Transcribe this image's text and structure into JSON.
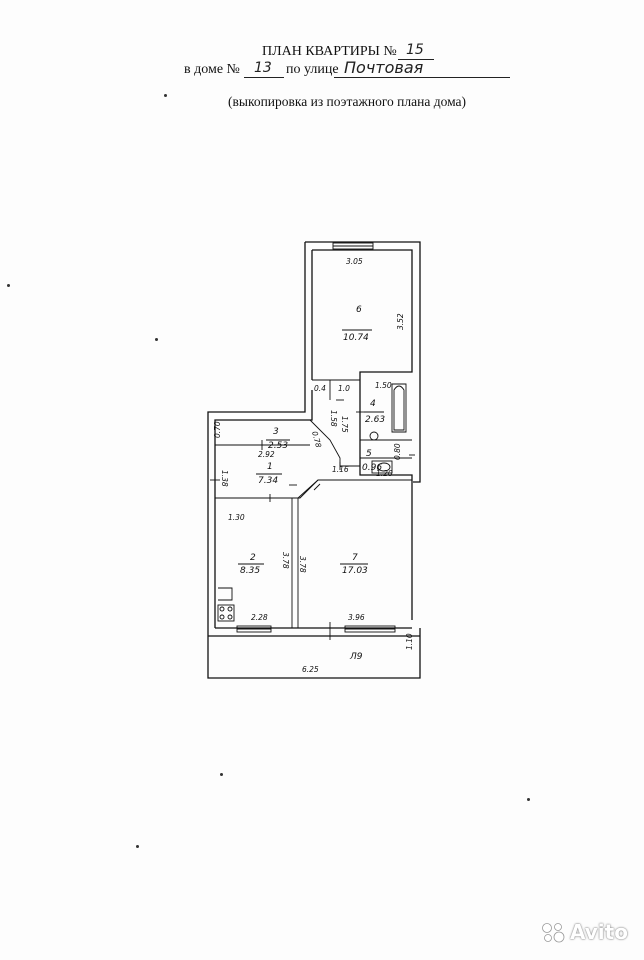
{
  "header": {
    "title_prefix": "ПЛАН КВАРТИРЫ №",
    "apartment_no": "15",
    "house_prefix": "в доме №",
    "house_no": "13",
    "street_prefix": "по улице",
    "street": "Почтовая",
    "copy_note": "(выкопировка из поэтажного плана дома)"
  },
  "rooms": [
    {
      "no": "1",
      "area": "7.34"
    },
    {
      "no": "2",
      "area": "8.35"
    },
    {
      "no": "3",
      "area": "2.53"
    },
    {
      "no": "4",
      "area": "2.63"
    },
    {
      "no": "5",
      "area": "0.96"
    },
    {
      "no": "6",
      "area": "10.74"
    },
    {
      "no": "7",
      "area": "17.03"
    }
  ],
  "balcony": {
    "label": "Л9"
  },
  "dimensions": {
    "room6_width": "3.05",
    "room6_length": "3.52",
    "d_0_4": "0.4",
    "d_1_0": "1.0",
    "d_1_50": "1.50",
    "d_1_58": "1.58",
    "d_1_75": "1.75",
    "d_0_70": "0.70",
    "d_2_92": "2.92",
    "d_0_78": "0.78",
    "d_1_16": "1.16",
    "d_1_20": "1.20",
    "d_0_80": "0.80",
    "d_1_38": "1.38",
    "d_1_30": "1.30",
    "room2_length": "3.78",
    "room7_length": "3.78",
    "room2_width": "2.28",
    "room7_width": "3.96",
    "balcony_length": "6.25",
    "balcony_width": "1.10"
  },
  "watermark": {
    "text": "Avito"
  }
}
